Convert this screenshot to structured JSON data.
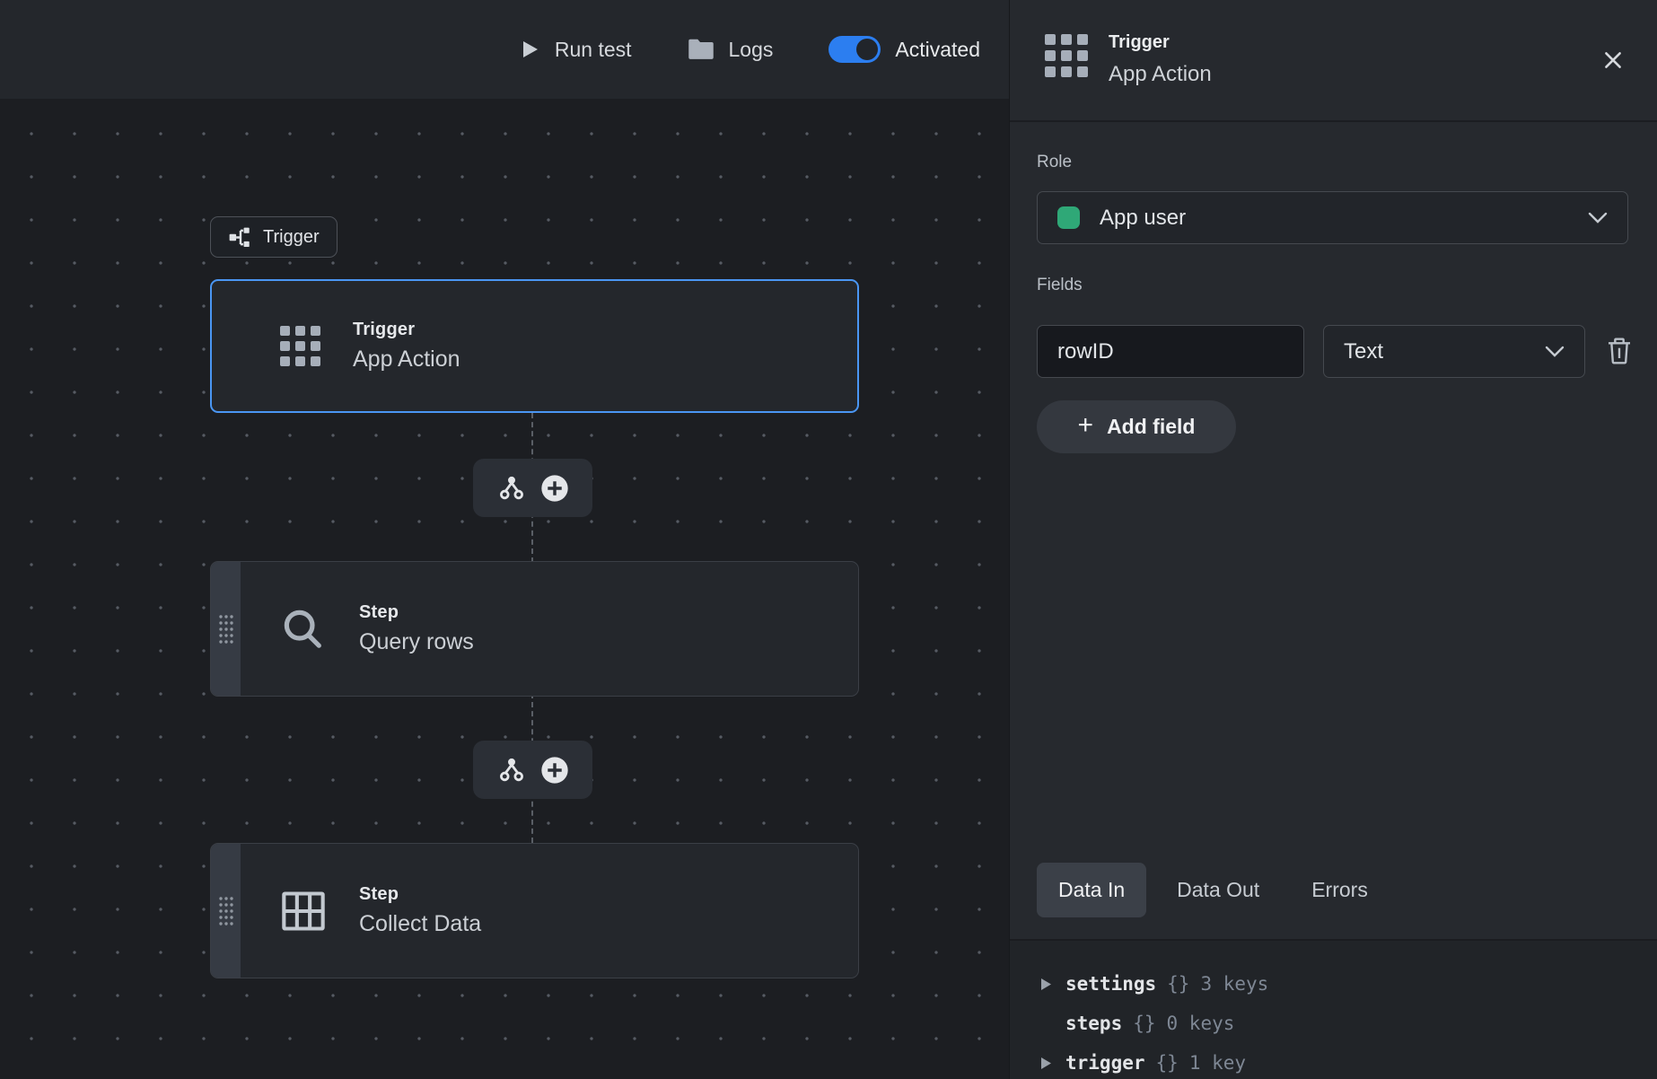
{
  "topbar": {
    "run_test_label": "Run test",
    "logs_label": "Logs",
    "activated_label": "Activated",
    "activated_state": true
  },
  "canvas": {
    "trigger_badge_label": "Trigger",
    "nodes": [
      {
        "kind": "Trigger",
        "name": "App Action",
        "icon": "grid-icon",
        "selected": true
      },
      {
        "kind": "Step",
        "name": "Query rows",
        "icon": "search-icon",
        "selected": false
      },
      {
        "kind": "Step",
        "name": "Collect Data",
        "icon": "table-icon",
        "selected": false
      }
    ]
  },
  "panel": {
    "header": {
      "kind": "Trigger",
      "name": "App Action",
      "icon": "grid-icon"
    },
    "role": {
      "label": "Role",
      "value": "App user",
      "swatch_color": "#2fa877"
    },
    "fields": {
      "label": "Fields",
      "rows": [
        {
          "name": "rowID",
          "type": "Text"
        }
      ],
      "add_label": "Add field"
    },
    "tabs": [
      {
        "label": "Data In",
        "active": true
      },
      {
        "label": "Data Out",
        "active": false
      },
      {
        "label": "Errors",
        "active": false
      }
    ],
    "tree": [
      {
        "key": "settings",
        "braces": "{}",
        "count": "3 keys",
        "expandable": true
      },
      {
        "key": "steps",
        "braces": "{}",
        "count": "0 keys",
        "expandable": false
      },
      {
        "key": "trigger",
        "braces": "{}",
        "count": "1 key",
        "expandable": true
      }
    ]
  },
  "colors": {
    "accent_blue": "#4a96f3",
    "toggle_blue": "#2c7ef0",
    "role_green": "#2fa877",
    "canvas_bg": "#1c1e22",
    "panel_bg": "#26292e"
  }
}
